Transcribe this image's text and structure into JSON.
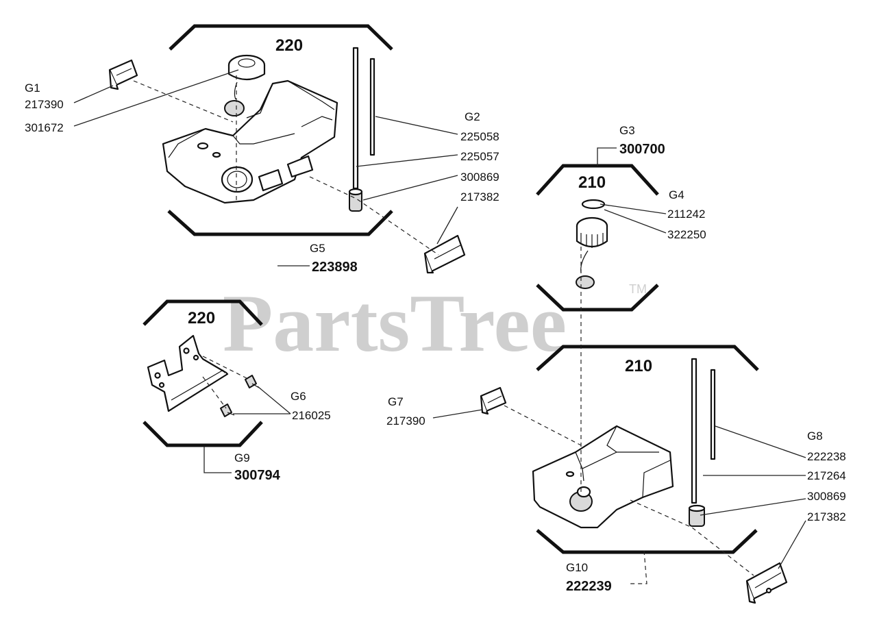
{
  "watermark": {
    "brand": "PartsTree",
    "trademark": "TM"
  },
  "groups": {
    "top_left_model": "220",
    "mid_left_model": "220",
    "right_top_model": "210",
    "right_bottom_model": "210"
  },
  "callouts": {
    "g1": {
      "code": "G1",
      "parts": [
        "217390",
        "301672"
      ]
    },
    "g2": {
      "code": "G2",
      "parts": [
        "225058",
        "225057",
        "300869",
        "217382"
      ]
    },
    "g3": {
      "code": "G3",
      "part": "300700"
    },
    "g4": {
      "code": "G4",
      "parts": [
        "211242",
        "322250"
      ]
    },
    "g5": {
      "code": "G5",
      "part": "223898"
    },
    "g6": {
      "code": "G6",
      "part": "216025"
    },
    "g7": {
      "code": "G7",
      "part": "217390"
    },
    "g8": {
      "code": "G8",
      "parts": [
        "222238",
        "217264",
        "300869",
        "217382"
      ]
    },
    "g9": {
      "code": "G9",
      "part": "300794"
    },
    "g10": {
      "code": "G10",
      "part": "222239"
    }
  },
  "colors": {
    "ink": "#111111",
    "watermark": "#cfcfcf",
    "background": "#ffffff"
  }
}
